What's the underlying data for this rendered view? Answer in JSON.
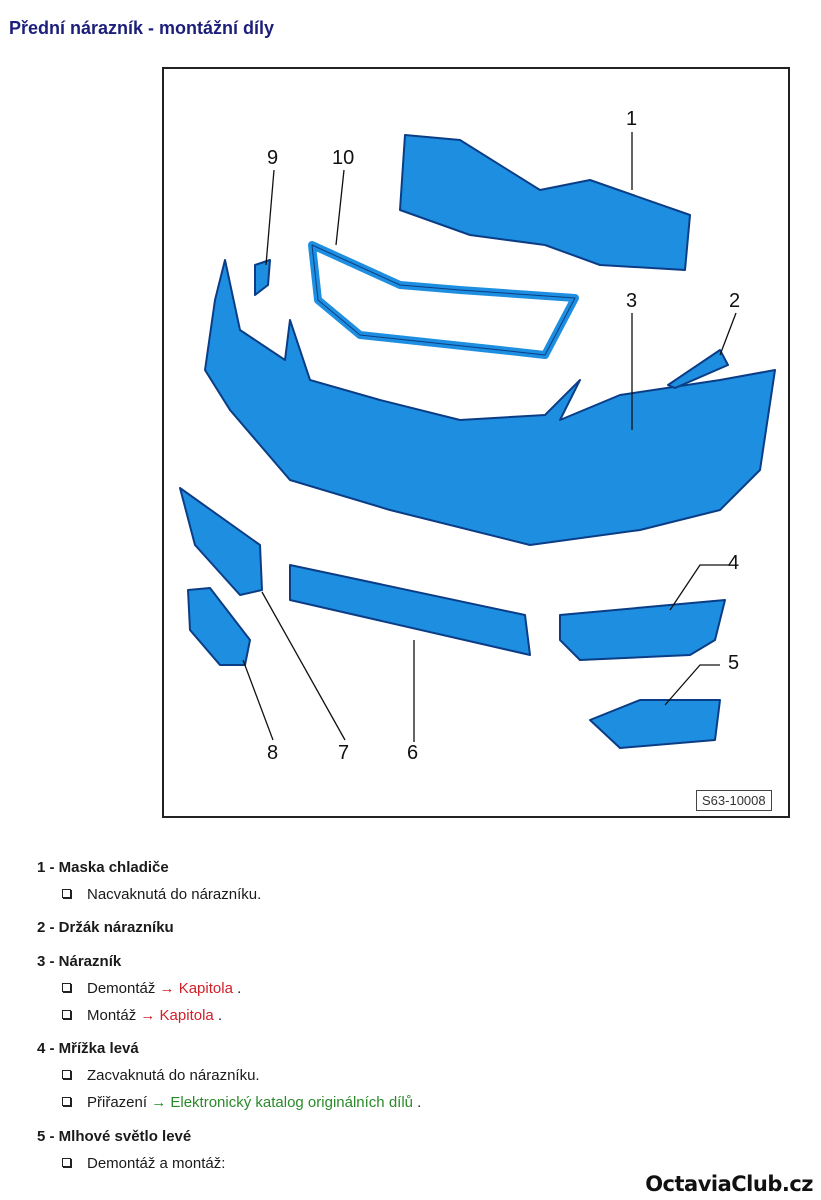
{
  "title": "Přední nárazník - montážní díly",
  "diagram": {
    "callouts": [
      "1",
      "2",
      "3",
      "4",
      "5",
      "6",
      "7",
      "8",
      "9",
      "10"
    ],
    "reference": "S63-10008",
    "part_color": "#1e8fe0"
  },
  "items": [
    {
      "heading": "1 - Maska chladiče",
      "subs": [
        {
          "text": "Nacvaknutá do nárazníku."
        }
      ]
    },
    {
      "heading": "2 - Držák nárazníku",
      "subs": []
    },
    {
      "heading": "3 - Nárazník",
      "subs": [
        {
          "text": "Demontáž",
          "link": "→ Kapitola",
          "after": "."
        },
        {
          "text": "Montáž",
          "link": "→ Kapitola",
          "after": "."
        }
      ]
    },
    {
      "heading": "4 - Mřížka levá",
      "subs": [
        {
          "text": "Zacvaknutá do nárazníku."
        },
        {
          "text": "Přiřazení",
          "link": "→ Elektronický katalog originálních dílů",
          "after": "."
        }
      ]
    },
    {
      "heading": "5 - Mlhové světlo levé",
      "subs": [
        {
          "text": "Demontáž a montáž:"
        }
      ]
    }
  ],
  "watermark": "OctaviaClub.cz"
}
